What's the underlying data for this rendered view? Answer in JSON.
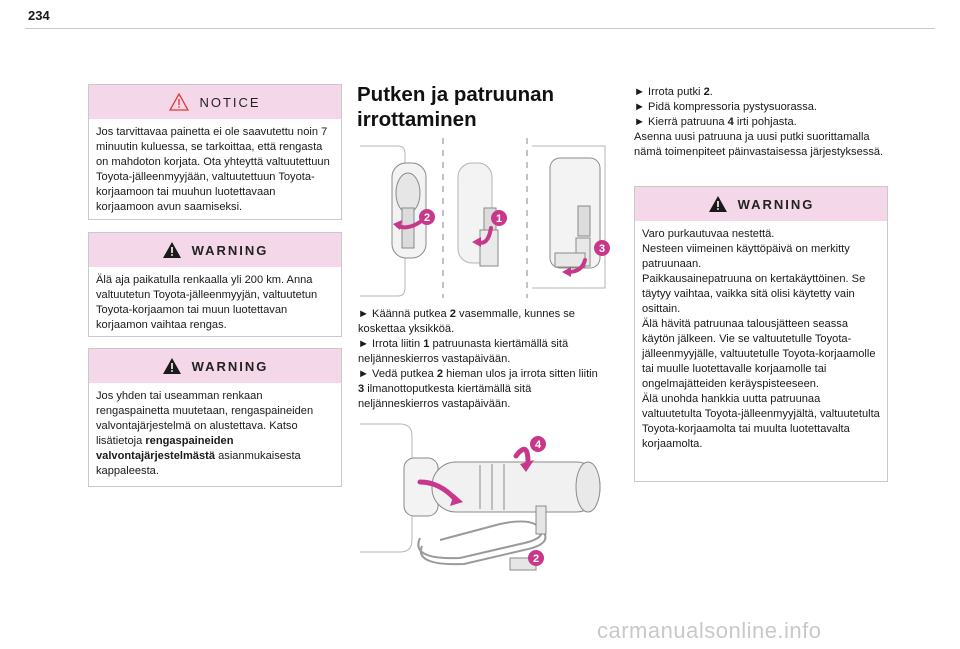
{
  "page_number": "234",
  "notice": {
    "title": "NOTICE",
    "body": "Jos tarvittavaa painetta ei ole saavutettu noin 7 minuutin kuluessa, se tarkoittaa, että rengasta on mahdoton korjata. Ota yhteyttä valtuutettuun Toyota-jälleenmyyjään, valtuutettuun Toyota-korjaamoon tai muuhun luotettavaan korjaamoon avun saamiseksi."
  },
  "warning1": {
    "title": "WARNING",
    "body": "Älä aja paikatulla renkaalla yli 200 km. Anna valtuutetun Toyota-jälleenmyyjän, valtuutetun Toyota-korjaamon tai muun luotettavan korjaamon vaihtaa rengas."
  },
  "warning2": {
    "title": "WARNING",
    "body_before": "Jos yhden tai useamman renkaan rengaspainetta muutetaan, rengaspaineiden valvontajärjestelmä on alustettava. Katso lisätietoja ",
    "body_bold": "rengaspaineiden valvontajärjestelmästä",
    "body_after": " asianmukaisesta kappaleesta."
  },
  "section": {
    "heading": "Putken ja patruunan irrottaminen",
    "steps": [
      {
        "a": "► Käännä putkea ",
        "b": "2",
        "c": " vasemmalle, kunnes se koskettaa yksikköä."
      },
      {
        "a": "► Irrota liitin ",
        "b": "1",
        "c": " patruunasta kiertämällä sitä neljänneskierros vastapäivään."
      },
      {
        "a": "► Vedä putkea ",
        "b": "2",
        "c": " hieman ulos ja irrota sitten liitin "
      },
      {
        "a": "",
        "b": "3",
        "c": " ilmanottoputkesta kiertämällä sitä neljänneskierros vastapäivään."
      }
    ],
    "figure_labels": {
      "one": "1",
      "two": "2",
      "three": "3",
      "four": "4"
    }
  },
  "right": {
    "steps": [
      {
        "a": "► Irrota putki ",
        "b": "2",
        "c": "."
      },
      {
        "a": "► Pidä kompressoria pystysuorassa.",
        "b": "",
        "c": ""
      },
      {
        "a": "► Kierrä patruuna ",
        "b": "4",
        "c": " irti pohjasta."
      }
    ],
    "paragraph": "Asenna uusi patruuna ja uusi putki suorittamalla nämä toimenpiteet päinvastaisessa järjestyksessä."
  },
  "warning3": {
    "title": "WARNING",
    "lines": [
      "Varo purkautuvaa nestettä.",
      "Nesteen viimeinen käyttöpäivä on merkitty patruunaan.",
      "Paikkausainepatruuna on kertakäyttöinen. Se täytyy vaihtaa, vaikka sitä olisi käytetty vain osittain.",
      "Älä hävitä patruunaa talousjätteen seassa käytön jälkeen. Vie se valtuutetulle Toyota-jälleenmyyjälle, valtuutetulle Toyota-korjaamolle tai muulle luotettavalle korjaamolle tai ongelmajätteiden keräyspisteeseen.",
      "Älä unohda hankkia uutta patruunaa valtuutetulta Toyota-jälleenmyyjältä, valtuutetulta Toyota-korjaamolta tai muulta luotettavalta korjaamolta."
    ]
  },
  "watermark": "carmanualsonline.info",
  "colors": {
    "accent": "#c8388a",
    "box_header": "#f4d7e9"
  }
}
